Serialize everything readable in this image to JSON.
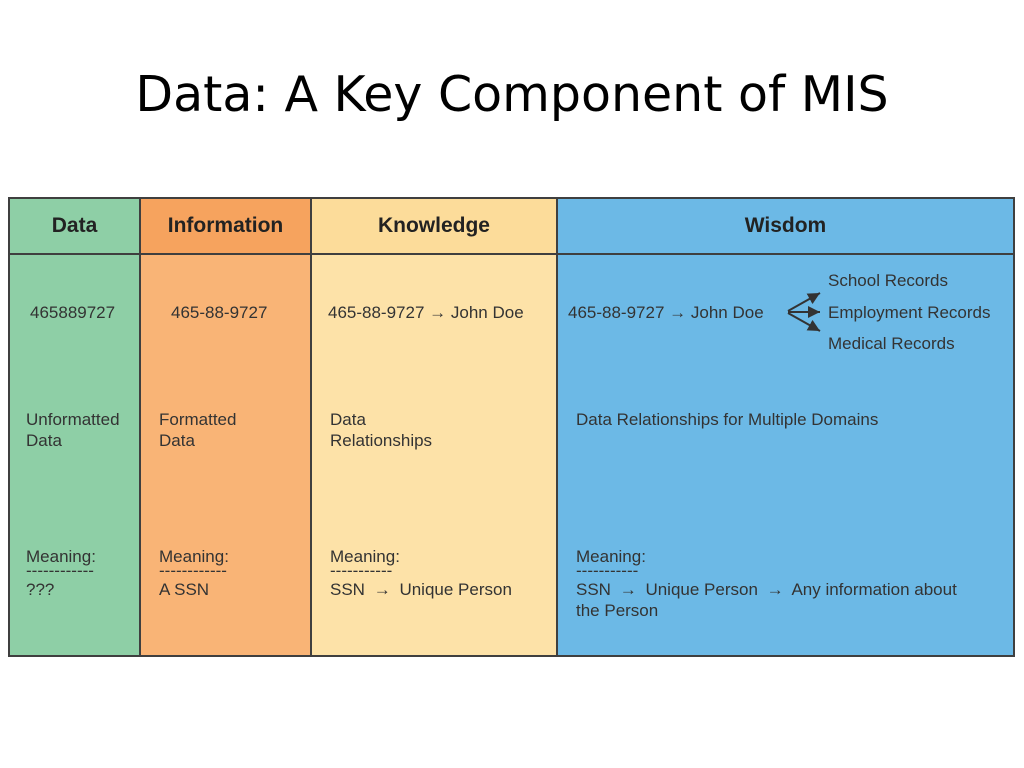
{
  "slide": {
    "title": "Data: A Key Component of MIS"
  },
  "columns": {
    "data": {
      "header": "Data",
      "example": "465889727",
      "desc_line1": "Unformatted",
      "desc_line2": "Data",
      "meaning_label": "Meaning:",
      "rule": "------------",
      "meaning_value": "???"
    },
    "information": {
      "header": "Information",
      "example": "465-88-9727",
      "desc_line1": "Formatted",
      "desc_line2": "Data",
      "meaning_label": "Meaning:",
      "rule": "------------",
      "meaning_value": "A SSN"
    },
    "knowledge": {
      "header": "Knowledge",
      "example_left": "465-88-9727",
      "arrow": "→",
      "example_right": "John Doe",
      "desc_line1": "Data",
      "desc_line2": "Relationships",
      "meaning_label": "Meaning:",
      "rule": "-----------",
      "meaning_left": "SSN",
      "meaning_arrow": "→",
      "meaning_right": "Unique Person"
    },
    "wisdom": {
      "header": "Wisdom",
      "example_left": "465-88-9727",
      "arrow": "→",
      "example_right": "John Doe",
      "branches": [
        "School Records",
        "Employment Records",
        "Medical Records"
      ],
      "desc": "Data Relationships for Multiple Domains",
      "meaning_label": "Meaning:",
      "rule": "-----------",
      "meaning_line1_a": "SSN",
      "meaning_arrow1": "→",
      "meaning_line1_b": "Unique Person",
      "meaning_arrow2": "→",
      "meaning_line1_c": "Any information about",
      "meaning_line2": "the Person"
    }
  },
  "colors": {
    "data": "#8ecfa6",
    "information": "#f9b476",
    "knowledge": "#fde2a8",
    "wisdom": "#6cb9e6"
  }
}
